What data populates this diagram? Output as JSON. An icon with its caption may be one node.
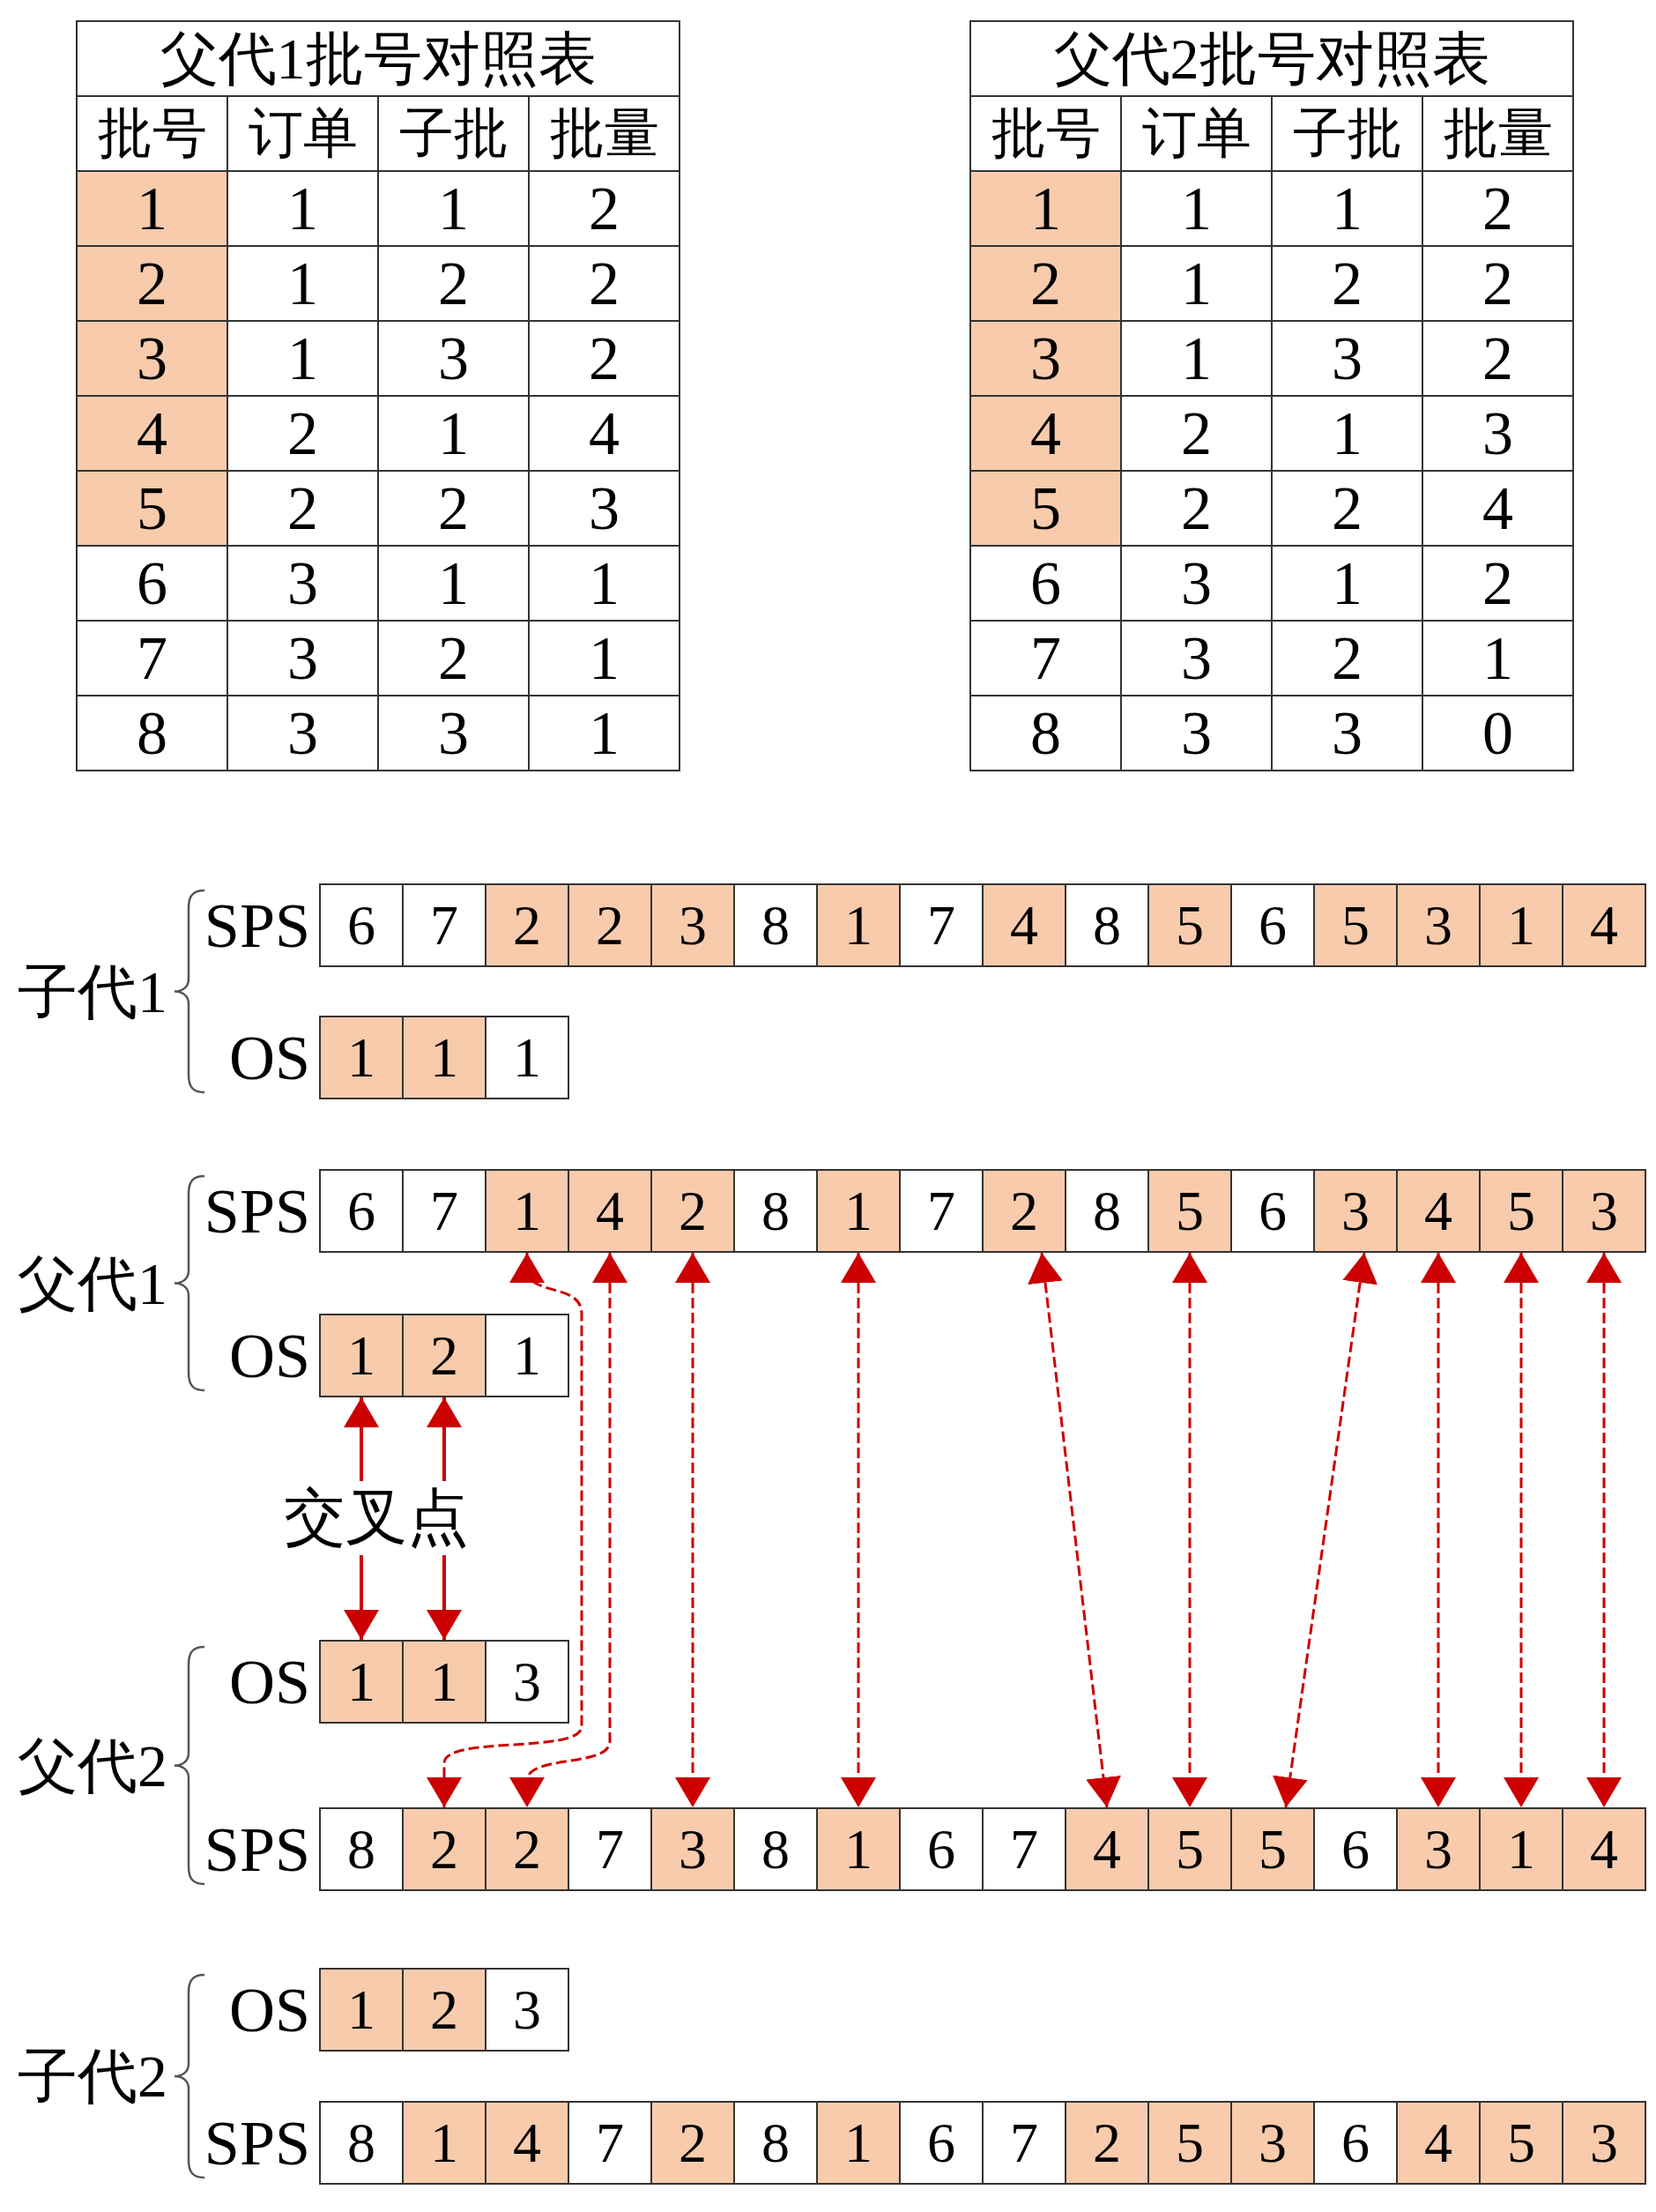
{
  "diagram": {
    "nodes": [
      {
        "text": [
          "6"
        ]
      },
      {
        "text": [
          "7"
        ]
      },
      {
        "text": [
          "2"
        ]
      },
      {
        "text": [
          "2"
        ]
      },
      {
        "text": [
          "3"
        ]
      },
      {
        "text": [
          "8"
        ]
      },
      {
        "text": [
          "1"
        ]
      },
      {
        "text": [
          "7"
        ]
      },
      {
        "text": [
          "4"
        ]
      },
      {
        "text": [
          "8"
        ]
      },
      {
        "text": [
          "5"
        ]
      },
      {
        "text": [
          "6"
        ]
      },
      {
        "text": [
          "5"
        ]
      },
      {
        "text": [
          "3"
        ]
      },
      {
        "text": [
          "1"
        ]
      },
      {
        "text": [
          "4"
        ]
      },
      {
        "text": [
          "1"
        ]
      },
      {
        "text": [
          "1"
        ]
      },
      {
        "text": [
          "1"
        ]
      },
      {
        "text": [
          "6"
        ]
      },
      {
        "text": [
          "7"
        ]
      },
      {
        "text": [
          "1"
        ]
      },
      {
        "text": [
          "4"
        ]
      },
      {
        "text": [
          "2"
        ]
      },
      {
        "text": [
          "8"
        ]
      },
      {
        "text": [
          "1"
        ]
      },
      {
        "text": [
          "7"
        ]
      },
      {
        "text": [
          "2"
        ]
      },
      {
        "text": [
          "8"
        ]
      },
      {
        "text": [
          "5"
        ]
      },
      {
        "text": [
          "6"
        ]
      },
      {
        "text": [
          "3"
        ]
      },
      {
        "text": [
          "4"
        ]
      },
      {
        "text": [
          "5"
        ]
      },
      {
        "text": [
          "3"
        ]
      },
      {
        "text": [
          "1"
        ]
      },
      {
        "text": [
          "2"
        ]
      },
      {
        "text": [
          "1"
        ]
      },
      {
        "text": [
          "交叉点"
        ]
      },
      {
        "text": [
          "1"
        ]
      },
      {
        "text": [
          "1"
        ]
      },
      {
        "text": [
          "3"
        ]
      },
      {
        "text": [
          "8"
        ]
      },
      {
        "text": [
          "2"
        ]
      },
      {
        "text": [
          "2"
        ]
      },
      {
        "text": [
          "7"
        ]
      },
      {
        "text": [
          "3"
        ]
      },
      {
        "text": [
          "8"
        ]
      },
      {
        "text": [
          "1"
        ]
      },
      {
        "text": [
          "6"
        ]
      },
      {
        "text": [
          "7"
        ]
      },
      {
        "text": [
          "4"
        ]
      },
      {
        "text": [
          "5"
        ]
      },
      {
        "text": [
          "5"
        ]
      },
      {
        "text": [
          "6"
        ]
      },
      {
        "text": [
          "3"
        ]
      },
      {
        "text": [
          "1"
        ]
      },
      {
        "text": [
          "4"
        ]
      },
      {
        "text": [
          "1"
        ]
      },
      {
        "text": [
          "2"
        ]
      },
      {
        "text": [
          "3"
        ]
      },
      {
        "text": [
          "8"
        ]
      },
      {
        "text": [
          "1"
        ]
      },
      {
        "text": [
          "4"
        ]
      },
      {
        "text": [
          "7"
        ]
      },
      {
        "text": [
          "2"
        ]
      },
      {
        "text": [
          "8"
        ]
      },
      {
        "text": [
          "1"
        ]
      },
      {
        "text": [
          "6"
        ]
      },
      {
        "text": [
          "7"
        ]
      },
      {
        "text": [
          "2"
        ]
      },
      {
        "text": [
          "5"
        ]
      },
      {
        "text": [
          "3"
        ]
      },
      {
        "text": [
          "6"
        ]
      },
      {
        "text": [
          "4"
        ]
      },
      {
        "text": [
          "5"
        ]
      },
      {
        "text": [
          "3"
        ]
      }
    ],
    "edges": [
      {
        "from": 21,
        "to": 43,
        "arrow": "both",
        "style": "dashed"
      },
      {
        "from": 22,
        "to": 44,
        "arrow": "both",
        "style": "dashed"
      },
      {
        "from": 23,
        "to": 46,
        "arrow": "both",
        "style": "dashed"
      },
      {
        "from": 25,
        "to": 48,
        "arrow": "both",
        "style": "dashed"
      },
      {
        "from": 27,
        "to": 51,
        "arrow": "both",
        "style": "dashed"
      },
      {
        "from": 29,
        "to": 52,
        "arrow": "both",
        "style": "dashed"
      },
      {
        "from": 31,
        "to": 53,
        "arrow": "both",
        "style": "dashed"
      },
      {
        "from": 32,
        "to": 55,
        "arrow": "both",
        "style": "dashed"
      },
      {
        "from": 33,
        "to": 56,
        "arrow": "both",
        "style": "dashed"
      },
      {
        "from": 34,
        "to": 57,
        "arrow": "both",
        "style": "dashed"
      },
      {
        "from": 38,
        "to": 35,
        "arrow": "to"
      },
      {
        "from": 38,
        "to": 36,
        "arrow": "to"
      },
      {
        "from": 38,
        "to": 39,
        "arrow": "to"
      },
      {
        "from": 38,
        "to": 40,
        "arrow": "to"
      }
    ],
    "labels": [
      "父代1批号对照表",
      "批号",
      "订单",
      "子批",
      "批量",
      "1",
      "1",
      "1",
      "2",
      "2",
      "1",
      "2",
      "2",
      "3",
      "1",
      "3",
      "2",
      "4",
      "2",
      "1",
      "4",
      "5",
      "2",
      "2",
      "3",
      "6",
      "3",
      "1",
      "1",
      "7",
      "3",
      "2",
      "1",
      "8",
      "3",
      "3",
      "1",
      "父代2批号对照表",
      "批号",
      "订单",
      "子批",
      "批量",
      "1",
      "1",
      "1",
      "2",
      "2",
      "1",
      "2",
      "2",
      "3",
      "1",
      "3",
      "2",
      "4",
      "2",
      "1",
      "3",
      "5",
      "2",
      "2",
      "4",
      "6",
      "3",
      "1",
      "2",
      "7",
      "3",
      "2",
      "1",
      "8",
      "3",
      "3",
      "0",
      "SPS",
      "子代1",
      "OS",
      "SPS",
      "父代1",
      "OS",
      "OS",
      "父代2",
      "SPS",
      "OS",
      "子代2",
      "SPS"
    ]
  }
}
